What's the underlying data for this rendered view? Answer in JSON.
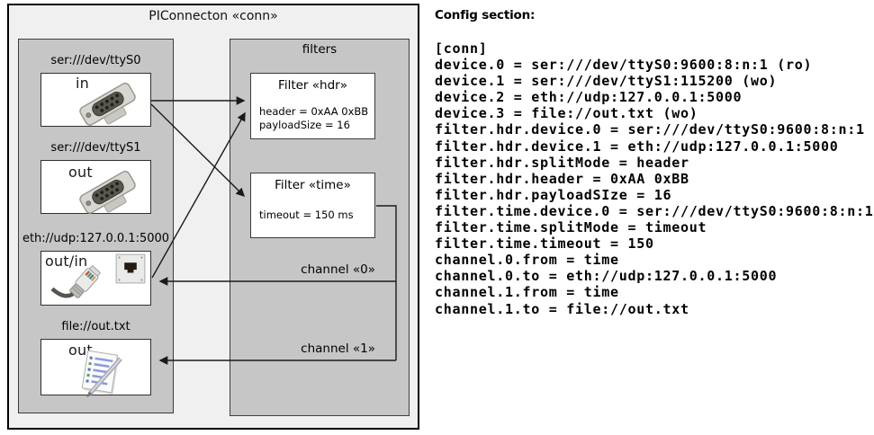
{
  "diagram": {
    "title": "PIConnecton «conn»",
    "devices": [
      {
        "label": "ser:///dev/ttyS0",
        "direction": "in",
        "icon": "serial-connector-icon"
      },
      {
        "label": "ser:///dev/ttyS1",
        "direction": "out",
        "icon": "serial-connector-icon"
      },
      {
        "label": "eth://udp:127.0.0.1:5000",
        "direction": "out/in",
        "icon": "ethernet-connector-icon"
      },
      {
        "label": "file://out.txt",
        "direction": "out",
        "icon": "notepad-icon"
      }
    ],
    "filters_title": "filters",
    "filters": [
      {
        "title": "Filter «hdr»",
        "properties": [
          "header = 0xAA 0xBB",
          "payloadSize = 16"
        ]
      },
      {
        "title": "Filter «time»",
        "properties": [
          "timeout = 150 ms"
        ]
      }
    ],
    "channels": [
      {
        "label": "channel «0»"
      },
      {
        "label": "channel «1»"
      }
    ]
  },
  "config": {
    "heading": "Config section:",
    "lines": [
      "[conn]",
      "device.0 = ser:///dev/ttyS0:9600:8:n:1 (ro)",
      "device.1 = ser:///dev/ttyS1:115200 (wo)",
      "device.2 = eth://udp:127.0.0.1:5000",
      "device.3 = file://out.txt (wo)",
      "filter.hdr.device.0 = ser:///dev/ttyS0:9600:8:n:1",
      "filter.hdr.device.1 = eth://udp:127.0.0.1:5000",
      "filter.hdr.splitMode = header",
      "filter.hdr.header = 0xAA 0xBB",
      "filter.hdr.payloadSIze = 16",
      "filter.time.device.0 = ser:///dev/ttyS0:9600:8:n:1",
      "filter.time.splitMode = timeout",
      "filter.time.timeout = 150",
      "channel.0.from = time",
      "channel.0.to = eth://udp:127.0.0.1:5000",
      "channel.1.from = time",
      "channel.1.to = file://out.txt"
    ]
  },
  "colors": {
    "outer_fill": "#f0f0f0",
    "panel_fill": "#c6c6c6",
    "box_fill": "#ffffff",
    "border": "#000000",
    "arrow": "#1a1a1a"
  }
}
